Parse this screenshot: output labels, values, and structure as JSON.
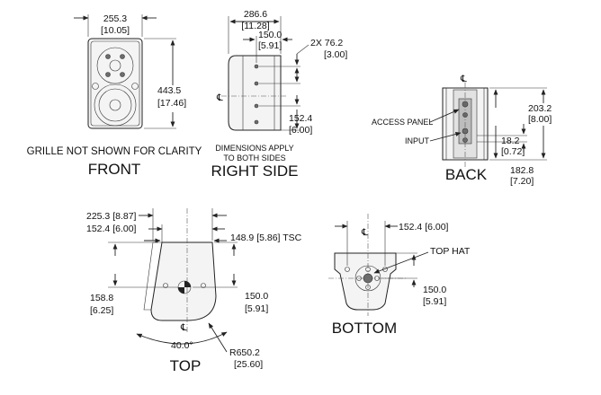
{
  "views": {
    "front": {
      "title": "FRONT",
      "note": "GRILLE NOT SHOWN FOR CLARITY",
      "width_mm": "255.3",
      "width_in": "[10.05]",
      "height_mm": "443.5",
      "height_in": "[17.46]"
    },
    "right_side": {
      "title": "RIGHT SIDE",
      "note_line1": "DIMENSIONS APPLY",
      "note_line2": "TO BOTH SIDES",
      "depth_mm": "286.6",
      "depth_in": "[11.28]",
      "hole_offset_mm": "150.0",
      "hole_offset_in": "[5.91]",
      "spacing_label": "2X 76.2",
      "spacing_in": "[3.00]",
      "bottom_mm": "152.4",
      "bottom_in": "[6.00]",
      "centerline_symbol": "℄"
    },
    "back": {
      "title": "BACK",
      "access_panel": "ACCESS PANEL",
      "input": "INPUT",
      "height_mm": "203.2",
      "height_in": "[8.00]",
      "input_mm": "18.2",
      "input_in": "[0.72]",
      "panel_mm": "182.8",
      "panel_in": "[7.20]",
      "centerline_symbol": "℄"
    },
    "top": {
      "title": "TOP",
      "width_outer": "225.3  [8.87]",
      "width_inner": "152.4  [6.00]",
      "tsc": "148.9  [5.86] TSC",
      "depth_mm": "158.8",
      "depth_in": "[6.25]",
      "offset_mm": "150.0",
      "offset_in": "[5.91]",
      "angle": "40.0°",
      "radius_mm": "R650.2",
      "radius_in": "[25.60]",
      "centerline_symbol": "℄"
    },
    "bottom": {
      "title": "BOTTOM",
      "width": "152.4  [6.00]",
      "top_hat": "TOP HAT",
      "depth_mm": "150.0",
      "depth_in": "[5.91]",
      "centerline_symbol": "℄"
    }
  }
}
